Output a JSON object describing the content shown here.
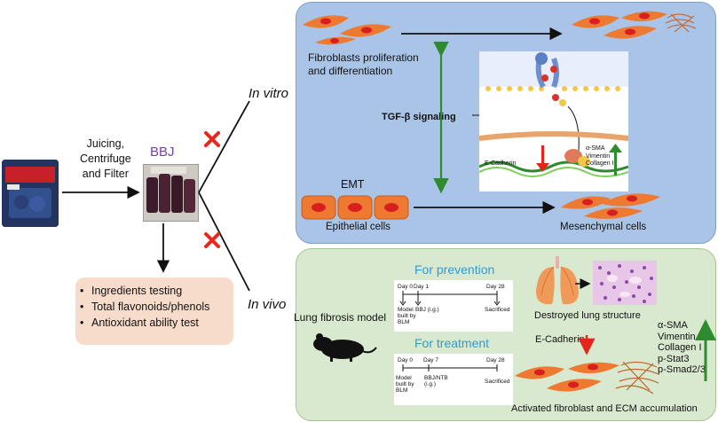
{
  "left": {
    "processing_label": "Juicing,\nCentrifuge\nand Filter",
    "bbj_label": "BBJ",
    "tests": [
      "Ingredients testing",
      "Total flavonoids/phenols",
      "Antioxidant ability test"
    ],
    "in_vitro_label": "In vitro",
    "in_vivo_label": "In vivo"
  },
  "in_vitro_panel": {
    "fibroblasts_label": "Fibroblasts proliferation\nand differentiation",
    "tgf_label": "TGF-β signaling",
    "emt_label": "EMT",
    "epithelial_label": "Epithelial cells",
    "mesenchymal_label": "Mesenchymal cells",
    "ecadherin_label": "E-Cadherin",
    "markers_up": "α-SMA\nVimentin\nCollagen I"
  },
  "in_vivo_panel": {
    "model_label": "Lung fibrosis model",
    "prevention_title": "For prevention",
    "treatment_title": "For treatment",
    "prevention_timeline": {
      "day_labels": [
        "Day 0",
        "Day 1",
        "Day 28"
      ],
      "event_labels": [
        "Model\nbuilt by\nBLM",
        "BBJ (i.g.)",
        "Sacrificed"
      ]
    },
    "treatment_timeline": {
      "day_labels": [
        "Day 0",
        "Day 7",
        "Day 28"
      ],
      "event_labels": [
        "Model\nbuilt by\nBLM",
        "BBJ/NTB\n(i.g.)",
        "Sacrificed"
      ]
    },
    "destroyed_label": "Destroyed lung structure",
    "ecadherin_label": "E-Cadherin",
    "markers_up": "α-SMA\nVimentin\nCollagen I\np-Stat3\np-Smad2/3",
    "activated_label": "Activated fibroblast and ECM accumulation"
  },
  "colors": {
    "bbj_label": "#7b3fa0",
    "x_mark": "#e8281e",
    "green_arrow": "#2e8b2e",
    "red_arrow": "#e3261c",
    "section_title": "#2e9bd6",
    "cell_fill": "#ee7a32",
    "nucleus": "#d81e1e"
  }
}
